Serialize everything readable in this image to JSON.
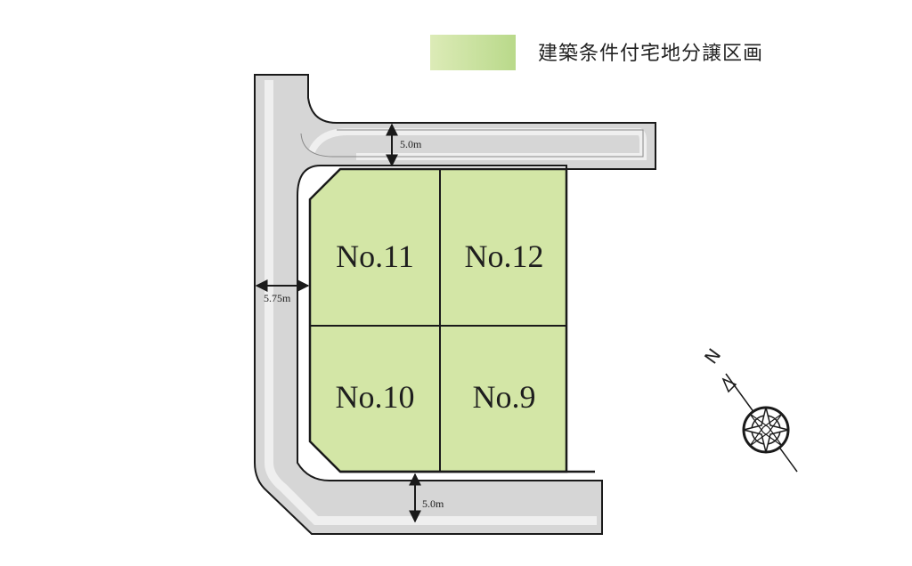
{
  "legend": {
    "label": "建築条件付宅地分譲区画",
    "color": "#c3de95"
  },
  "lots": [
    {
      "id": "no11",
      "label": "No.11"
    },
    {
      "id": "no12",
      "label": "No.12"
    },
    {
      "id": "no10",
      "label": "No.10"
    },
    {
      "id": "no9",
      "label": "No.9"
    }
  ],
  "roads": {
    "north_width": "5.0m",
    "west_width": "5.75m",
    "south_width": "5.0m"
  },
  "compass": {
    "north_label": "N"
  },
  "colors": {
    "lot_fill": "#d3e6a6",
    "road_fill": "#d6d6d6",
    "road_light": "#e9e9e9",
    "outline": "#1a1a1a"
  }
}
